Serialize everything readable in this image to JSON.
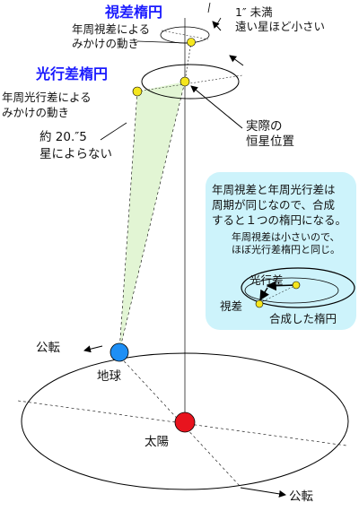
{
  "labels": {
    "parallax_title": "視差楕円",
    "parallax_desc_1": "年周視差による",
    "parallax_desc_2": "みかけの動き",
    "arcsec_1": "1″ 未満",
    "arcsec_2": "遠い星ほど小さい",
    "aberration_title": "光行差楕円",
    "aberration_desc_1": "年周光行差による",
    "aberration_desc_2": "みかけの動き",
    "star_pos_1": "実際の",
    "star_pos_2": "恒星位置",
    "angle_1": "約 20.″5",
    "angle_2": "星によらない",
    "orbit_top": "公転",
    "earth": "地球",
    "sun": "太陽",
    "orbit_bottom": "公転"
  },
  "info_box": {
    "line1": "年周視差と年周光行差は",
    "line2": "周期が同じなので、合成",
    "line3": "すると１つの楕円になる。",
    "line4": "年周視差は小さいので、",
    "line5": "ほぼ光行差楕円と同じ。",
    "inset_aberration": "光行差",
    "inset_parallax": "視差",
    "inset_combined": "合成した楕円"
  },
  "colors": {
    "title_blue": "#1a1aff",
    "box_fill": "#cdf3fb",
    "cone_fill": "#e2f5d4",
    "star_yellow": "#f5e61e",
    "earth_blue": "#1e8ff5",
    "sun_red": "#e8141e"
  }
}
